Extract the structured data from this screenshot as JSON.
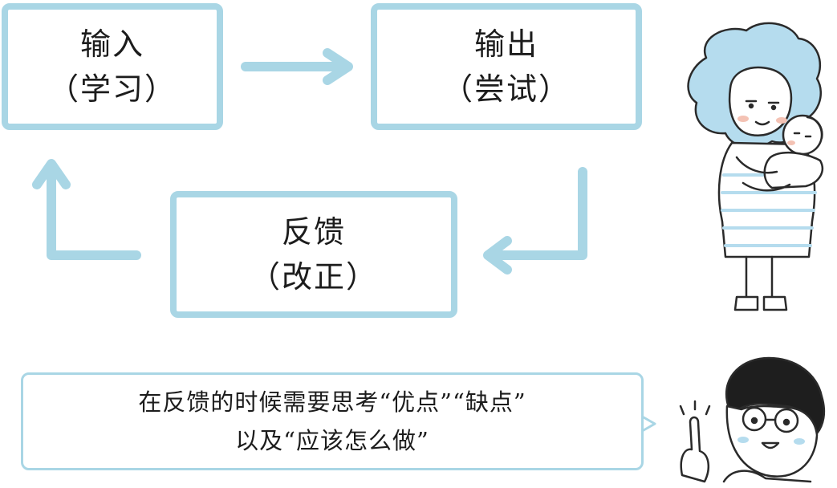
{
  "boxes": {
    "input": {
      "title": "输入",
      "subtitle": "（学习）"
    },
    "output": {
      "title": "输出",
      "subtitle": "（尝试）"
    },
    "feedback": {
      "title": "反馈",
      "subtitle": "（改正）"
    }
  },
  "note": {
    "line1": "在反馈的时候需要思考“优点”“缺点”",
    "line2": "以及“应该怎么做”"
  },
  "colors": {
    "accent": "#a9d6e5",
    "hair": "#b5dcee",
    "text": "#1c1c1c"
  },
  "icons": [
    "mother-with-baby-icon",
    "man-with-glasses-icon",
    "arrow-right-icon",
    "arrow-down-left-icon",
    "arrow-up-icon"
  ]
}
